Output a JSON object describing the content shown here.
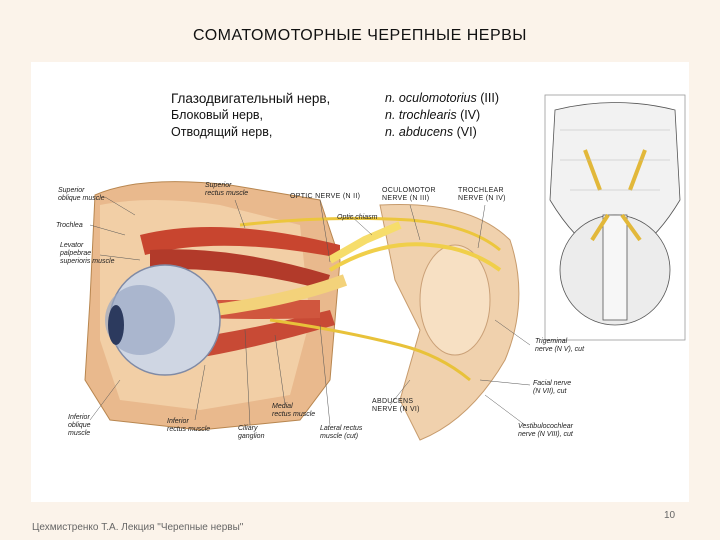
{
  "slide": {
    "title": "СОМАТОМОТОРНЫЕ ЧЕРЕПНЫЕ НЕРВЫ",
    "footer": "Цехмистренко Т.А. Лекция \"Черепные нервы\"",
    "page_number": "10"
  },
  "nerves": [
    {
      "ru": "Глазодвигательный нерв,",
      "latin_prefix": "n.",
      "latin": "oculomotorius",
      "numeral": "(III)"
    },
    {
      "ru": "Блоковый нерв,",
      "latin_prefix": "n.",
      "latin": "trochlearis",
      "numeral": "(IV)"
    },
    {
      "ru": "Отводящий нерв,",
      "latin_prefix": "n.",
      "latin": "abducens",
      "numeral": "(VI)"
    }
  ],
  "illustration_labels": {
    "superior_oblique": "Superior\noblique muscle",
    "superior_rectus": "Superior\nrectus muscle",
    "optic_nerve": "OPTIC NERVE (N II)",
    "oculomotor": "OCULOMOTOR\nNERVE (N III)",
    "trochlear": "TROCHLEAR\nNERVE (N IV)",
    "optic_chiasm": "Optic chiasm",
    "trochlea": "Trochlea",
    "levator": "Levator\npalpebrae\nsuperioris muscle",
    "trigeminal": "Trigeminal\nnerve (N V), cut",
    "facial": "Facial nerve\n(N VII), cut",
    "abducens": "ABDUCENS\nNERVE (N VI)",
    "inferior_oblique": "Inferior\noblique\nmuscle",
    "inferior_rectus": "Inferior\nrectus muscle",
    "medial_rectus": "Medial\nrectus muscle",
    "ciliary_ganglion": "Ciliary\nganglion",
    "lateral_rectus": "Lateral rectus\nmuscle (cut)",
    "vestibulocochlear": "Vestibulocochlear\nnerve (N VIII), cut"
  }
}
